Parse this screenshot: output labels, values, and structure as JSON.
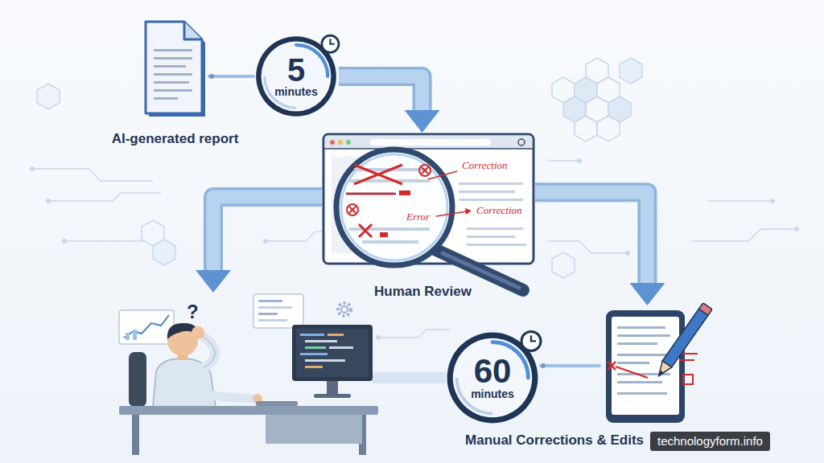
{
  "diagram": {
    "nodes": [
      {
        "text": [
          "AI-generated report"
        ]
      },
      {
        "text": [
          "5",
          "minutes"
        ]
      },
      {
        "text": [
          "Human Review"
        ]
      },
      {
        "text": [
          "60",
          "minutes"
        ]
      },
      {
        "text": [
          "Manual Corrections & Edits"
        ]
      }
    ],
    "edges": [
      {
        "from": 0,
        "to": 1,
        "arrow": "none"
      },
      {
        "from": 1,
        "to": 2,
        "arrow": "to"
      },
      {
        "from": 2,
        "to": 4,
        "arrow": "to"
      },
      {
        "from": 3,
        "to": 4,
        "arrow": "none"
      }
    ],
    "labels": [
      "Correction",
      "Error",
      "Correction",
      "?",
      "technologyform.info"
    ]
  }
}
